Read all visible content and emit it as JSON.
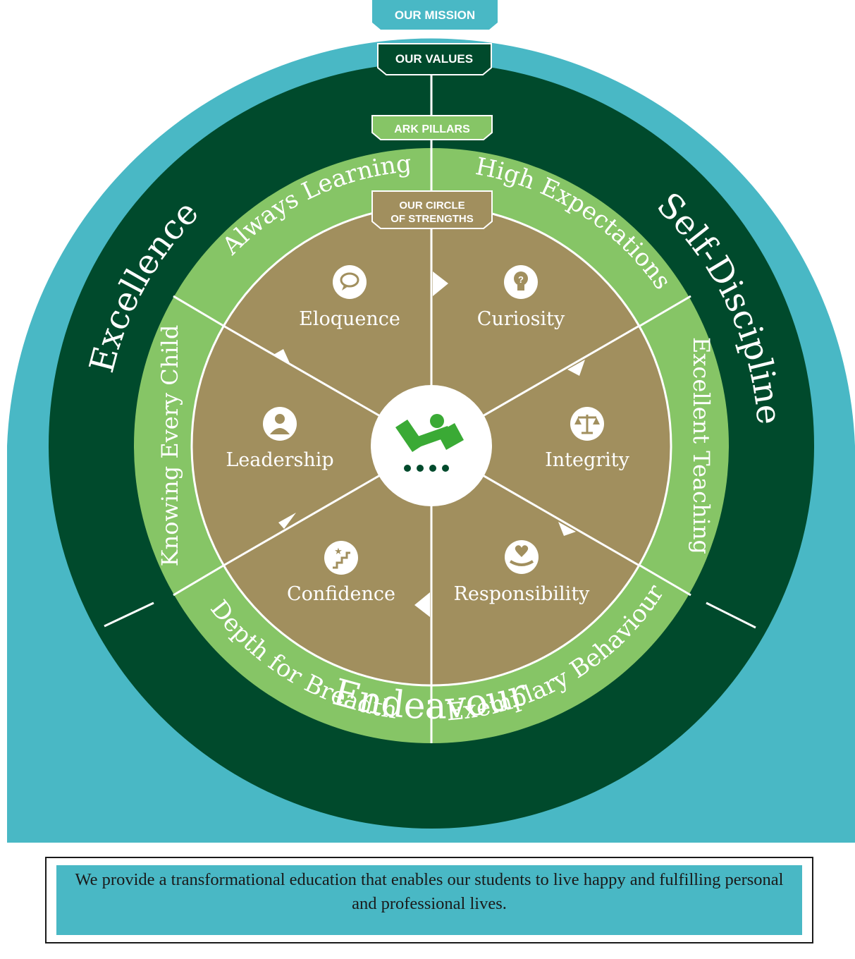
{
  "labels": {
    "our_mission": "OUR MISSION",
    "our_values": "OUR VALUES",
    "ark_pillars": "ARK PILLARS",
    "circle_line1": "OUR CIRCLE",
    "circle_line2": "OF STRENGTHS"
  },
  "values": [
    "Excellence",
    "Self-Discipline",
    "Endeavour"
  ],
  "pillars": [
    "Always Learning",
    "High Expectations",
    "Excellent Teaching",
    "Exemplary Behaviour",
    "Depth for Breadth",
    "Knowing Every Child"
  ],
  "strengths": [
    {
      "label": "Eloquence",
      "icon": "speech-bubble-icon"
    },
    {
      "label": "Curiosity",
      "icon": "lightbulb-icon"
    },
    {
      "label": "Integrity",
      "icon": "scales-icon"
    },
    {
      "label": "Responsibility",
      "icon": "heart-hand-icon"
    },
    {
      "label": "Confidence",
      "icon": "stairs-star-icon"
    },
    {
      "label": "Leadership",
      "icon": "person-icon"
    }
  ],
  "mission_statement": "We provide a transformational education that enables our students to live happy and fulfilling personal and professional lives.",
  "colors": {
    "mission": "#49b8c5",
    "values": "#004a2c",
    "pillars": "#86c566",
    "strengths": "#a18f5e",
    "logo_green": "#3aaa35",
    "logo_dark": "#004a2c"
  }
}
